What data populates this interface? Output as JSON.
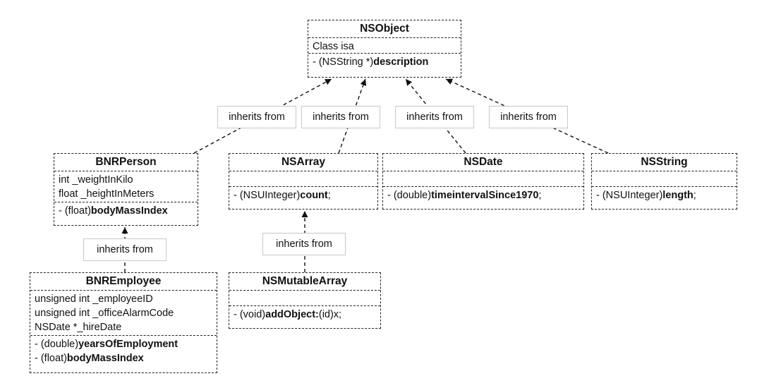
{
  "edge_label": "inherits from",
  "classes": {
    "nsobject": {
      "name": "NSObject",
      "attributes": [
        "Class isa"
      ],
      "methods": [
        {
          "prefix": "- (NSString *)",
          "name": "description",
          "suffix": ""
        }
      ]
    },
    "bnrperson": {
      "name": "BNRPerson",
      "attributes": [
        "int _weightInKilo",
        "float _heightInMeters"
      ],
      "methods": [
        {
          "prefix": "- (float)",
          "name": "bodyMassIndex",
          "suffix": ""
        }
      ]
    },
    "nsarray": {
      "name": "NSArray",
      "attributes": [],
      "methods": [
        {
          "prefix": "- (NSUInteger)",
          "name": "count",
          "suffix": ";"
        }
      ]
    },
    "nsdate": {
      "name": "NSDate",
      "attributes": [],
      "methods": [
        {
          "prefix": "- (double)",
          "name": "timeintervalSince1970",
          "suffix": ";"
        }
      ]
    },
    "nsstring": {
      "name": "NSString",
      "attributes": [],
      "methods": [
        {
          "prefix": "- (NSUInteger)",
          "name": "length",
          "suffix": ";"
        }
      ]
    },
    "bnremployee": {
      "name": "BNREmployee",
      "attributes": [
        "unsigned int _employeeID",
        "unsigned int _officeAlarmCode",
        "NSDate *_hireDate"
      ],
      "methods": [
        {
          "prefix": "- (double)",
          "name": "yearsOfEmployment",
          "suffix": ""
        },
        {
          "prefix": "- (float)",
          "name": "bodyMassIndex",
          "suffix": ""
        }
      ]
    },
    "nsmutablearray": {
      "name": "NSMutableArray",
      "attributes": [],
      "methods": [
        {
          "prefix": "- (void)",
          "name": "addObject:",
          "suffix": "(id)x;"
        }
      ]
    }
  },
  "edges": [
    {
      "child": "bnrperson",
      "parent": "nsobject"
    },
    {
      "child": "nsarray",
      "parent": "nsobject"
    },
    {
      "child": "nsdate",
      "parent": "nsobject"
    },
    {
      "child": "nsstring",
      "parent": "nsobject"
    },
    {
      "child": "bnremployee",
      "parent": "bnrperson"
    },
    {
      "child": "nsmutablearray",
      "parent": "nsarray"
    }
  ]
}
